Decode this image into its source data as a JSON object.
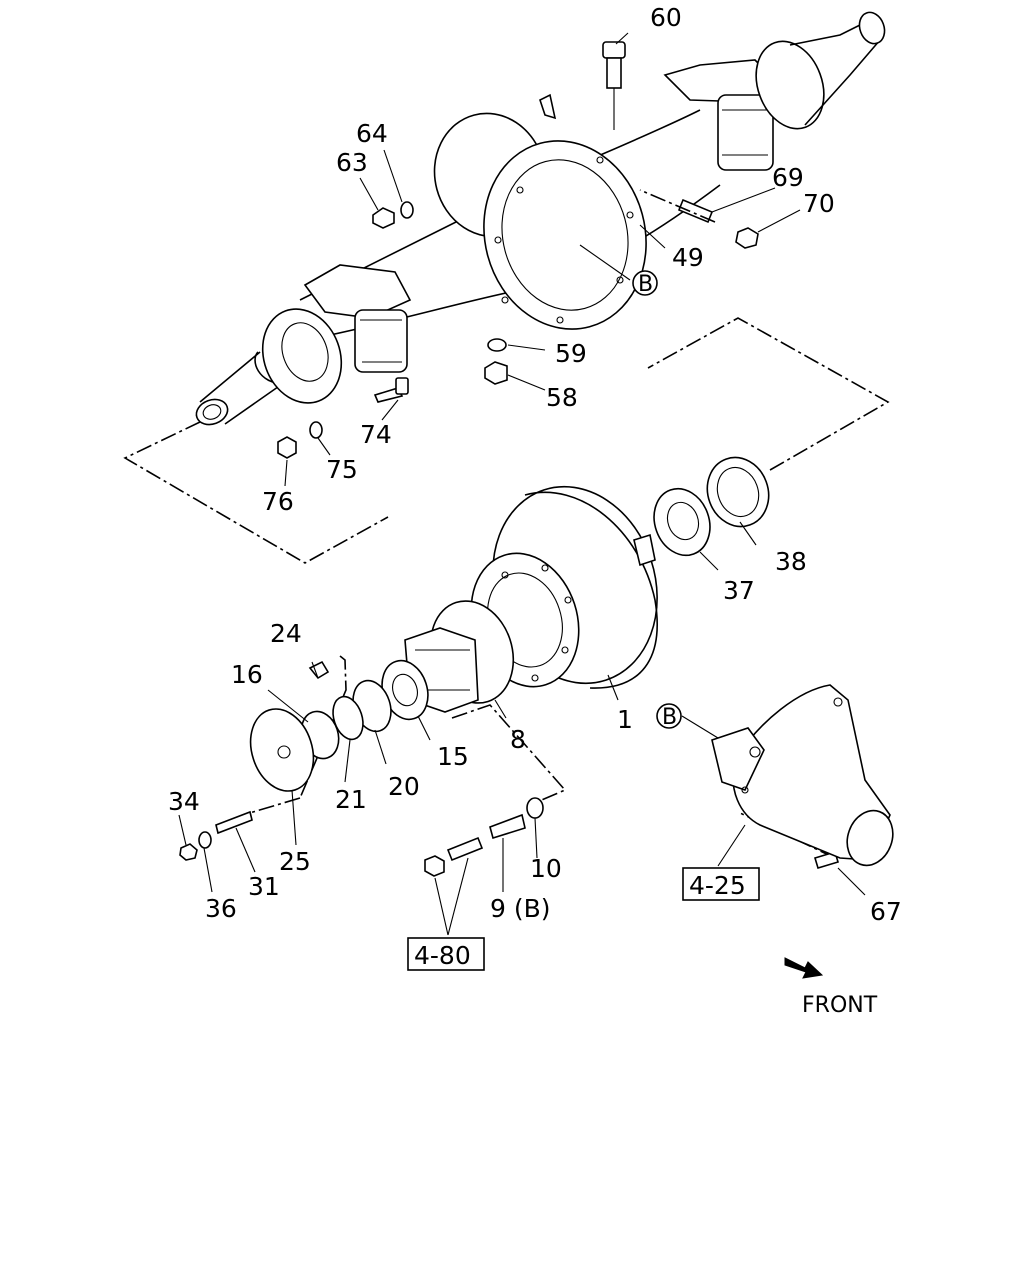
{
  "callouts": {
    "c60": "60",
    "c64": "64",
    "c63": "63",
    "c69": "69",
    "c70": "70",
    "c49": "49",
    "c59": "59",
    "c58": "58",
    "c74": "74",
    "c75": "75",
    "c76": "76",
    "c38": "38",
    "c37": "37",
    "c1": "1",
    "c8": "8",
    "c15": "15",
    "c20": "20",
    "c21": "21",
    "c16": "16",
    "c24": "24",
    "c25": "25",
    "c34": "34",
    "c36": "36",
    "c31": "31",
    "c9": "9 (B)",
    "c10": "10",
    "c67": "67",
    "refB1": "B",
    "refB2": "B"
  },
  "reference_boxes": {
    "r480": "4-80",
    "r425": "4-25"
  },
  "direction": {
    "front_label": "FRONT"
  }
}
